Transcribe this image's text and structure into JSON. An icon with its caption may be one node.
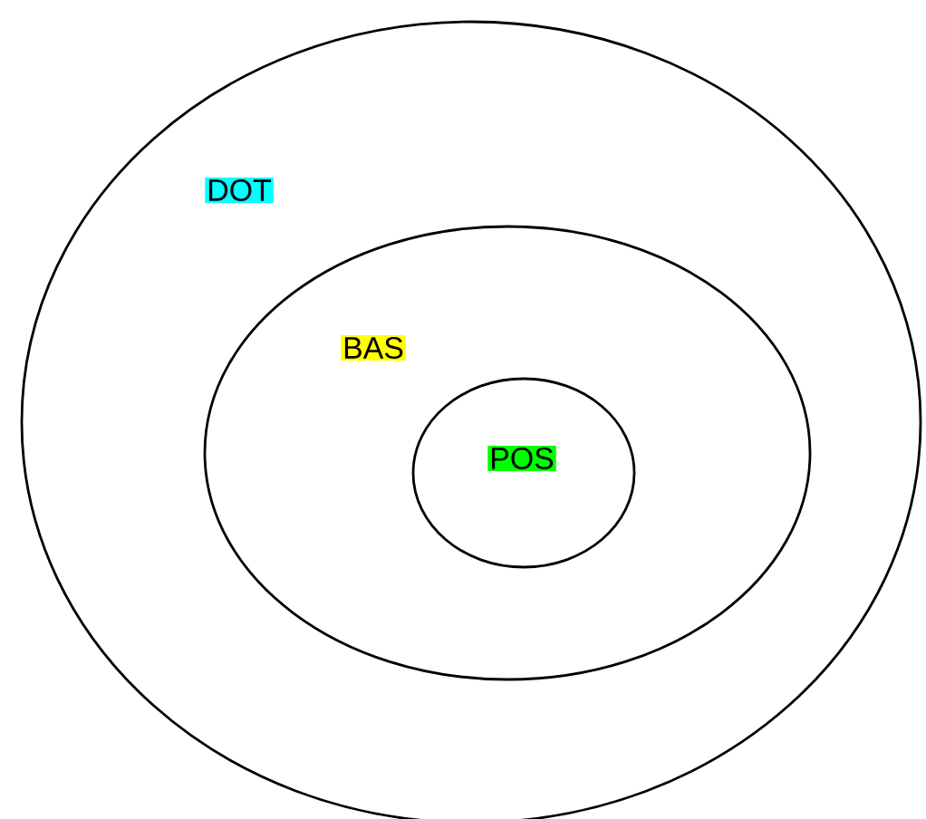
{
  "diagram": {
    "nodes": [
      {
        "text": [
          "DOT"
        ]
      },
      {
        "text": [
          "BAS"
        ],
        "in": 0
      },
      {
        "text": [
          "POS"
        ],
        "in": 1
      }
    ]
  }
}
